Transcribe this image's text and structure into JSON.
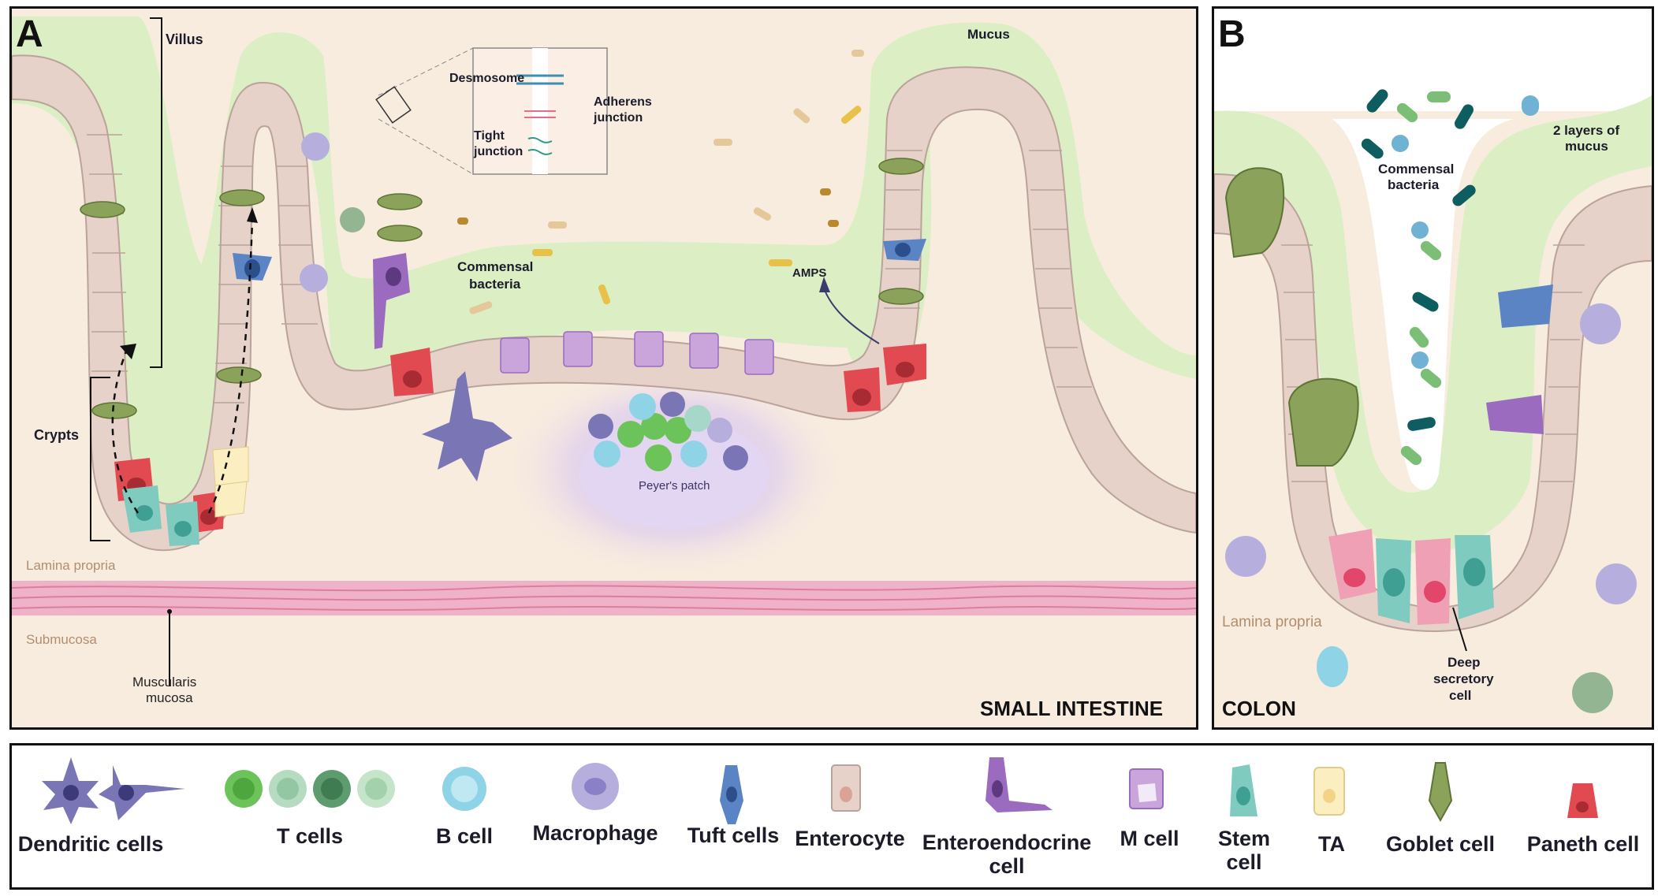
{
  "panel_a": {
    "letter": "A",
    "title": "SMALL INTESTINE",
    "labels": {
      "villus": "Villus",
      "crypts": "Crypts",
      "mucus": "Mucus",
      "desmosome": "Desmosome",
      "adherens_1": "Adherens",
      "adherens_2": "junction",
      "tight_1": "Tight",
      "tight_2": "junction",
      "commensal_1": "Commensal",
      "commensal_2": "bacteria",
      "amps": "AMPS",
      "peyers_patch": "Peyer's patch",
      "lamina_propria": "Lamina propria",
      "submucosa": "Submucosa",
      "muscularis_1": "Muscularis",
      "muscularis_2": "mucosa"
    }
  },
  "panel_b": {
    "letter": "B",
    "title": "COLON",
    "labels": {
      "mucus_1": "2 layers of",
      "mucus_2": "mucus",
      "commensal_1": "Commensal",
      "commensal_2": "bacteria",
      "lamina_propria": "Lamina propria",
      "deep_1": "Deep",
      "deep_2": "secretory",
      "deep_3": "cell"
    }
  },
  "legend": {
    "dendritic": "Dendritic cells",
    "t_cells": "T cells",
    "b_cell": "B cell",
    "macrophage": "Macrophage",
    "tuft": "Tuft cells",
    "enterocyte": "Enterocyte",
    "enteroendocrine_1": "Enteroendocrine",
    "enteroendocrine_2": "cell",
    "m_cell": "M cell",
    "stem_1": "Stem",
    "stem_2": "cell",
    "ta": "TA",
    "goblet": "Goblet cell",
    "paneth": "Paneth cell"
  },
  "colors": {
    "lamina": "#f8ecdf",
    "mucus": "#dcefc4",
    "epithelium": "#e6d2c8",
    "nucleus": "#d9a396",
    "paneth": "#e24a52",
    "stem": "#7fcbc0",
    "goblet": "#8ba25b",
    "tuft": "#5b84c4",
    "dendritic": "#7a76b5",
    "macrophage": "#b6afdd",
    "enteroendocrine": "#9b6bbf",
    "m_cell": "#c9a5dc",
    "t_cell": "#6cc35a",
    "b_cell": "#8fd3e6",
    "ta": "#fbeec0",
    "muscle": "#f0b2c8"
  },
  "icons": [
    "dendritic-cell-icon",
    "t-cell-icon",
    "b-cell-icon",
    "macrophage-icon",
    "tuft-cell-icon",
    "enterocyte-icon",
    "enteroendocrine-icon",
    "m-cell-icon",
    "stem-cell-icon",
    "ta-cell-icon",
    "goblet-cell-icon",
    "paneth-cell-icon"
  ]
}
